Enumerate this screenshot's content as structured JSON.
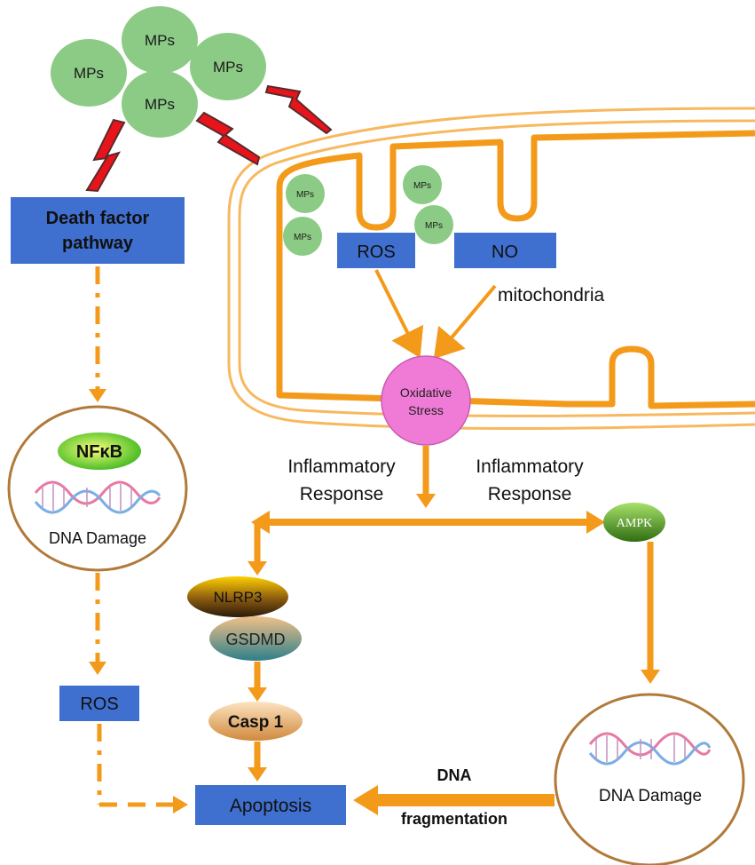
{
  "colors": {
    "orange": "#f39a1a",
    "blue_box": "#3f6fcf",
    "mp_green": "#8ccb85",
    "oxidative_pink": "#f07bd6",
    "bolt_red": "#e8141c"
  },
  "mps": {
    "large": [
      "MPs",
      "MPs",
      "MPs",
      "MPs"
    ],
    "small": [
      "MPs",
      "MPs",
      "MPs",
      "MPs"
    ]
  },
  "labels": {
    "death_factor_line1": "Death factor",
    "death_factor_line2": "pathway",
    "ros_inner": "ROS",
    "no_inner": "NO",
    "mitochondria": "mitochondria",
    "oxidative_line1": "Oxidative",
    "oxidative_line2": "Stress",
    "inflammatory_left_line1": "Inflammatory",
    "inflammatory_left_line2": "Response",
    "inflammatory_right_line1": "Inflammatory",
    "inflammatory_right_line2": "Response",
    "ampk": "AMPK",
    "nfkb": "NFκB",
    "dna_damage_left": "DNA Damage",
    "ros_left": "ROS",
    "nlrp3": "NLRP3",
    "gsdmd": "GSDMD",
    "casp1": "Casp 1",
    "apoptosis": "Apoptosis",
    "dna_damage_right": "DNA Damage",
    "dna_frag_line1": "DNA",
    "dna_frag_line2": "fragmentation"
  }
}
